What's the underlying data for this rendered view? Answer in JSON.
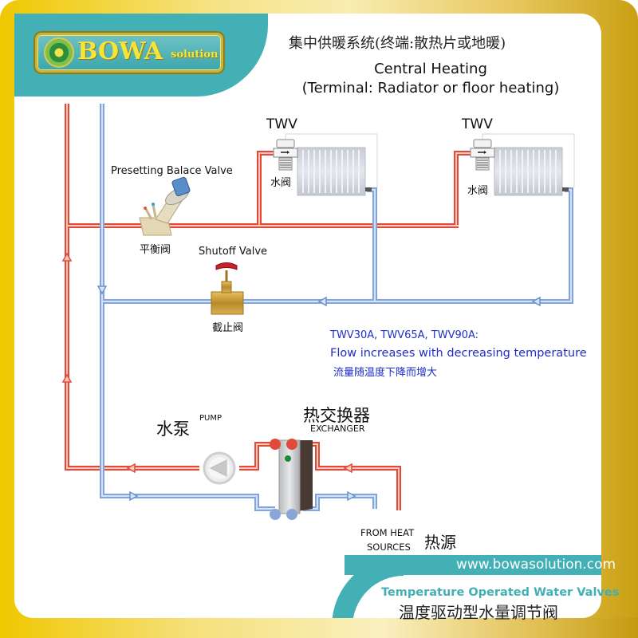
{
  "brand": {
    "logo_main": "BOWA",
    "logo_sub": "solution",
    "url": "www.bowasolution.com",
    "colors": {
      "teal": "#42b0b5",
      "gold": "#d4a817",
      "hot_pipe": "#e8483a",
      "cold_pipe": "#8fb2e4",
      "note_blue": "#1f2ec8"
    }
  },
  "header": {
    "title_cn": "集中供暖系统(终端:散热片或地暖)",
    "title_en_line1": "Central Heating",
    "title_en_line2": "(Terminal: Radiator or floor heating)"
  },
  "diagram": {
    "radiators": [
      {
        "valve_label": "TWV",
        "valve_cn": "水阀"
      },
      {
        "valve_label": "TWV",
        "valve_cn": "水阀"
      }
    ],
    "balance_valve": {
      "label_en": "Presetting Balace Valve",
      "label_cn": "平衡阀"
    },
    "shutoff_valve": {
      "label_en": "Shutoff Valve",
      "label_cn": "截止阀"
    },
    "pump": {
      "label_cn": "水泵",
      "label_en": "PUMP"
    },
    "exchanger": {
      "label_cn": "热交换器",
      "label_en": "EXCHANGER"
    },
    "heat_source": {
      "label_en_line1": "FROM HEAT",
      "label_en_line2": "SOURCES",
      "label_cn": "热源"
    },
    "note": {
      "models": "TWV30A, TWV65A, TWV90A:",
      "description_en": "Flow increases with decreasing temperature",
      "description_cn": "流量随温度下降而增大"
    }
  },
  "footer": {
    "title_en": "Temperature Operated Water Valves",
    "title_cn": "温度驱动型水量调节阀"
  }
}
